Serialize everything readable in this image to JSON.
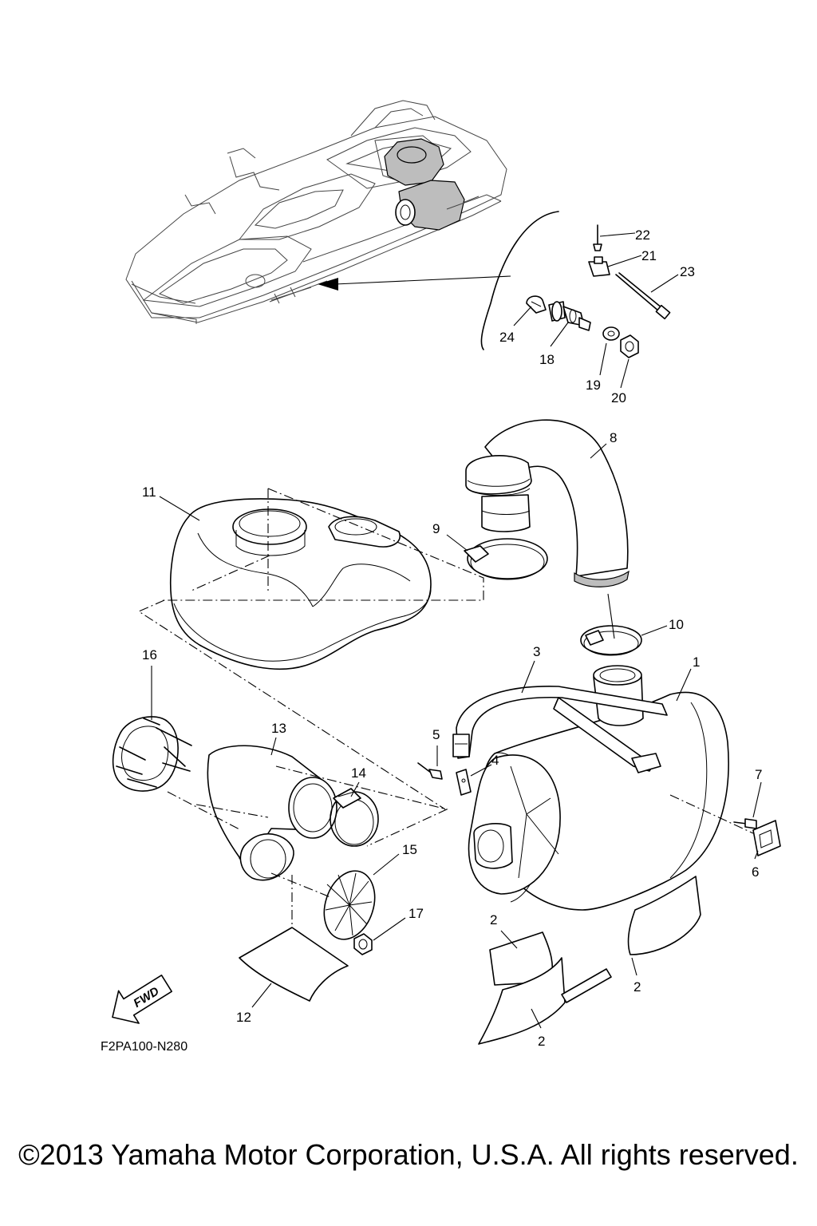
{
  "diagram_code": "F2PA100-N280",
  "fwd_label": "FWD",
  "copyright": "©2013 Yamaha Motor Corporation, U.S.A. All rights reserved.",
  "callouts": {
    "c1": "1",
    "c2a": "2",
    "c2b": "2",
    "c2c": "2",
    "c3": "3",
    "c4": "4",
    "c5": "5",
    "c6": "6",
    "c7": "7",
    "c8": "8",
    "c9": "9",
    "c10": "10",
    "c11": "11",
    "c12": "12",
    "c13": "13",
    "c14": "14",
    "c15": "15",
    "c16": "16",
    "c17": "17",
    "c18": "18",
    "c19": "19",
    "c20": "20",
    "c21": "21",
    "c22": "22",
    "c23": "23",
    "c24": "24"
  }
}
